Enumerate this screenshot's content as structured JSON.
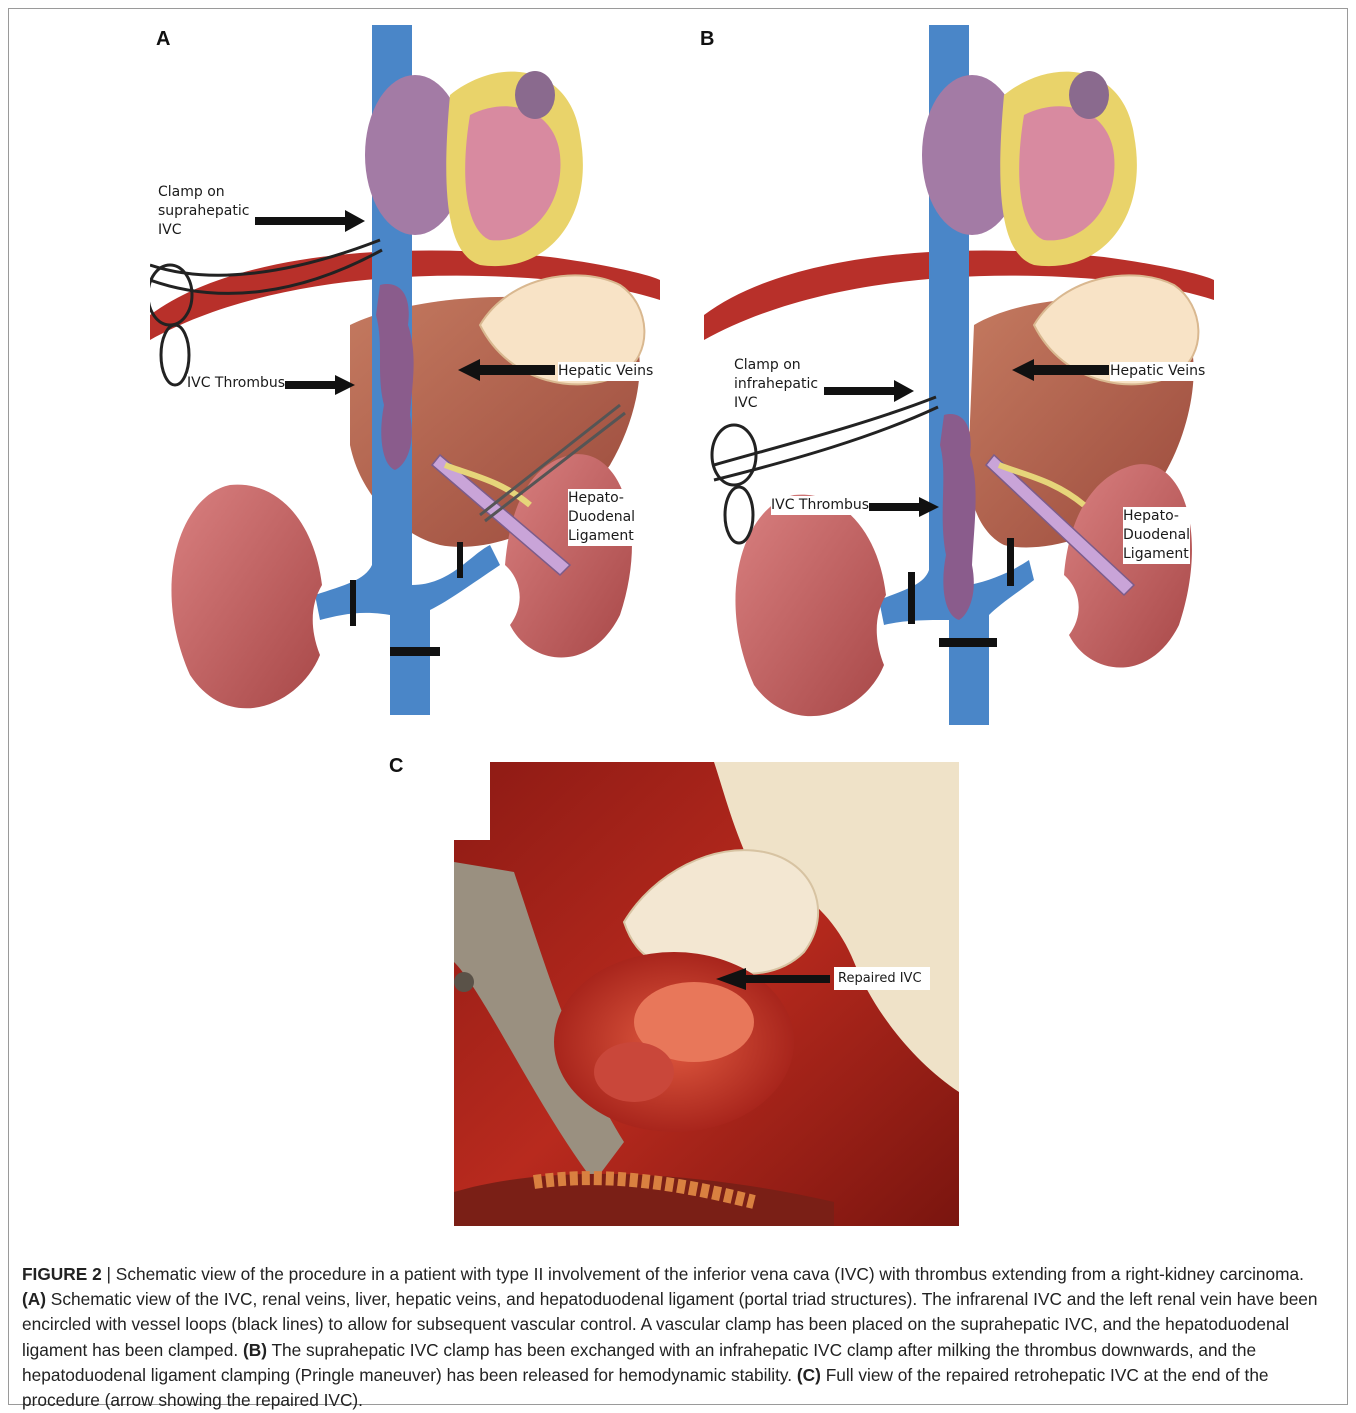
{
  "figure": {
    "panels": [
      {
        "letter": "A",
        "labels": {
          "clamp": "Clamp on\nsuprahepatic\nIVC",
          "thrombus": "IVC Thrombus",
          "hepatic_veins": "Hepatic Veins",
          "ligament": "Hepato-\nDuodenal\nLigament"
        }
      },
      {
        "letter": "B",
        "labels": {
          "clamp": "Clamp on\ninfrahepatic\nIVC",
          "thrombus": "IVC Thrombus",
          "hepatic_veins": "Hepatic Veins",
          "ligament": "Hepato-\nDuodenal\nLigament"
        }
      },
      {
        "letter": "C",
        "labels": {
          "repaired": "Repaired IVC"
        }
      }
    ]
  },
  "caption": {
    "figure_label": "FIGURE 2",
    "intro": " | Schematic view of the procedure in a patient with type II involvement of the inferior vena cava (IVC) with thrombus extending from a right-kidney carcinoma. ",
    "a_label": "(A)",
    "a_text": " Schematic view of the IVC, renal veins, liver, hepatic veins, and hepatoduodenal ligament (portal triad structures). The infrarenal IVC and the left renal vein have been encircled with vessel loops (black lines) to allow for subsequent vascular control. A vascular clamp has been placed on the suprahepatic IVC, and the hepatoduodenal ligament has been clamped. ",
    "b_label": "(B)",
    "b_text": " The suprahepatic IVC clamp has been exchanged with an infrahepatic IVC clamp after milking the thrombus downwards, and the hepatoduodenal ligament clamping (Pringle maneuver) has been released for hemodynamic stability. ",
    "c_label": "(C)",
    "c_text": " Full view of the repaired retrohepatic IVC at the end of the procedure (arrow showing the repaired IVC)."
  },
  "colors": {
    "ivc_blue": "#4a86c8",
    "kidney": "#c05a5a",
    "liver": "#b25a48",
    "heart_purple": "#a37ba5",
    "heart_yellow": "#e9d36a",
    "thrombus": "#8a5c8c",
    "artery_red": "#b8302a",
    "surgical_red": "#a8251c"
  }
}
